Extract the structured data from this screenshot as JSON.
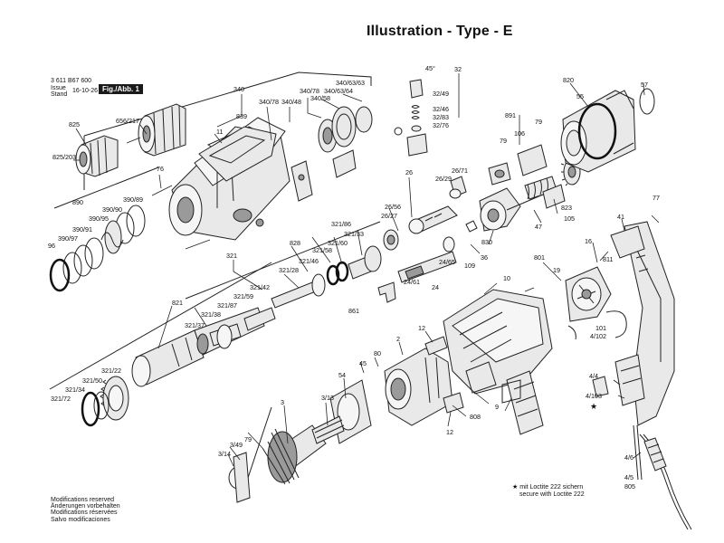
{
  "title": "Illustration - Type - E",
  "header": {
    "part_number": "3 611 B67 600",
    "issue_label": "Issue",
    "stand_label": "Stand",
    "issue_date": "16-10-26",
    "fig_label": "Fig./Abb. 1"
  },
  "notes": {
    "modifications": [
      "Modifications reserved",
      "Änderungen vorbehalten",
      "Modifications réservées",
      "Salvo modificaciones"
    ],
    "loctite": [
      "mit Loctite 222 sichern",
      "secure with Loctite 222"
    ],
    "star": "★",
    "angle": "45°"
  },
  "labels": [
    "340",
    "839",
    "340/78",
    "340/48",
    "340/78",
    "340/63/64",
    "340/58",
    "340/63/63",
    "825",
    "656/217",
    "825/203",
    "11",
    "76",
    "890",
    "390/89",
    "390/90",
    "390/95",
    "390/91",
    "390/97",
    "96",
    "828",
    "321/86",
    "321/33",
    "321/60",
    "321/58",
    "321/46",
    "321/28",
    "321",
    "321/42",
    "321/59",
    "321/87",
    "321/38",
    "821",
    "321/37",
    "321/22",
    "321/50",
    "321/34",
    "321/72",
    "32",
    "32/49",
    "32/46",
    "32/83",
    "32/76",
    "26",
    "26/29",
    "26/71",
    "26/56",
    "26/27",
    "24/65",
    "24/61",
    "24",
    "861",
    "109",
    "36",
    "10",
    "891",
    "79",
    "106",
    "79",
    "820",
    "55",
    "57",
    "105",
    "823",
    "47",
    "830",
    "77",
    "41",
    "801",
    "16",
    "19",
    "811",
    "101",
    "4/102",
    "4/4",
    "4/103",
    "4/6",
    "4/5",
    "805",
    "12",
    "2",
    "80",
    "45",
    "54",
    "3",
    "3/13",
    "3/49",
    "3/14",
    "79",
    "9",
    "808",
    "12"
  ]
}
